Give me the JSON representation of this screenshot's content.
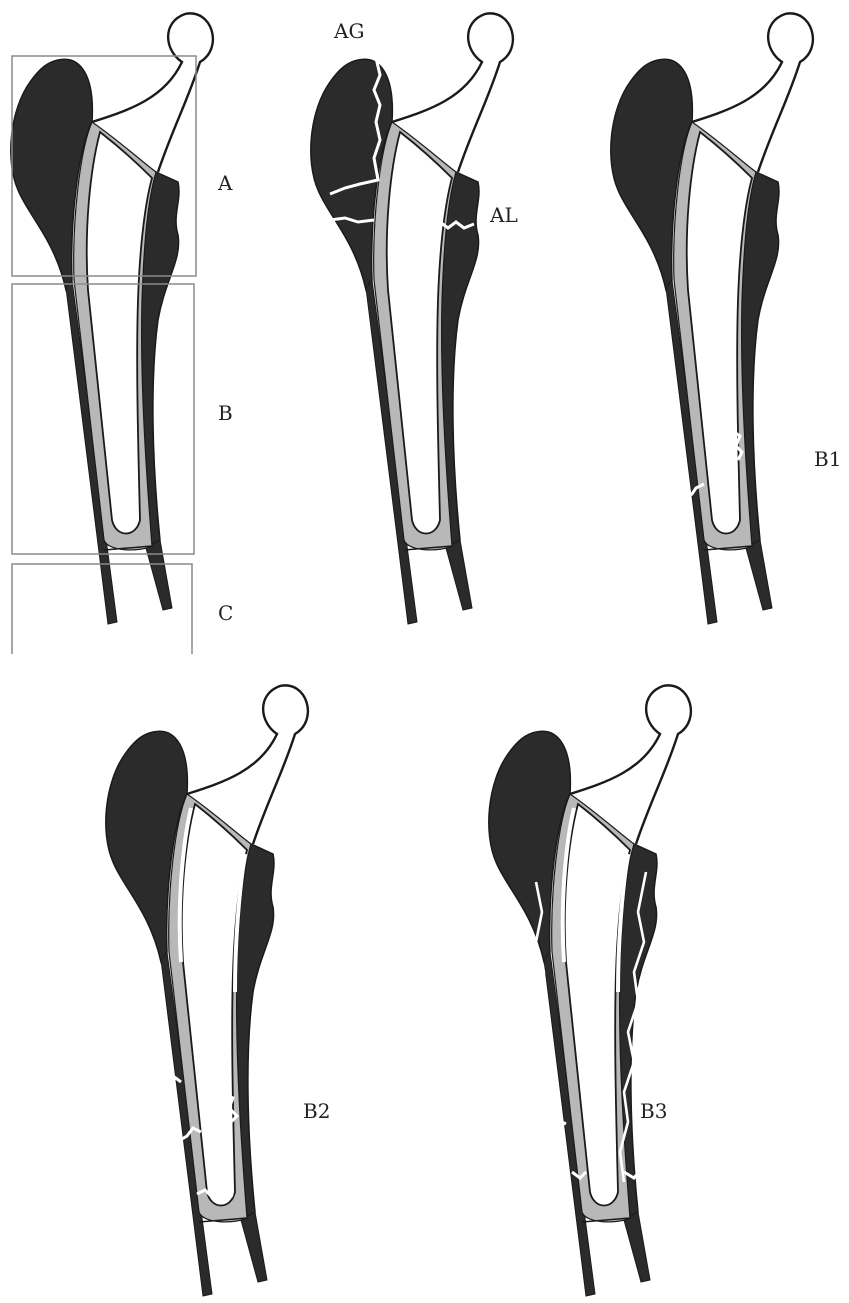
{
  "colors": {
    "bone": "#2b2b2b",
    "cement": "#b8b8b8",
    "stem": "#ffffff",
    "outline": "#1a1a1a",
    "fracture": "#ffffff",
    "zone_box": "#8a8a8a"
  },
  "zones": {
    "a": "A",
    "b": "B",
    "c": "C"
  },
  "labels": {
    "ag": "AG",
    "al": "AL",
    "b1": "B1",
    "b2": "B2",
    "b3": "B3"
  }
}
